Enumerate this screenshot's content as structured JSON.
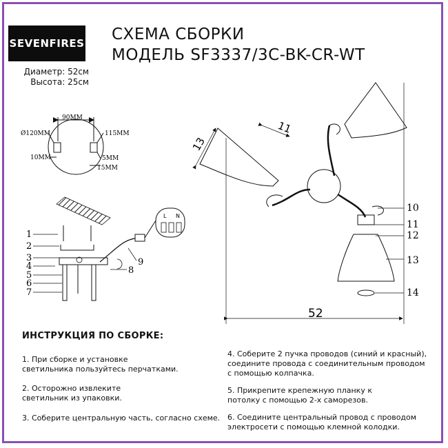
{
  "brand": "SEVENFIRES",
  "title": {
    "line1": "СХЕМА СБОРКИ",
    "line2": "МОДЕЛЬ SF3337/3C-BK-CR-WT"
  },
  "specs": {
    "diameter": "Диаметр: 52см",
    "height": "Высота: 25см"
  },
  "mount_dims": {
    "d120": "Ø120MM",
    "d90": "90MM",
    "d115": "115MM",
    "d10": "10MM",
    "d5": "5MM",
    "d15": "15MM"
  },
  "product_dims": {
    "width": "52",
    "arm_a": "13",
    "arm_b": "11"
  },
  "callouts": {
    "n1": "1",
    "n2": "2",
    "n3": "3",
    "n4": "4",
    "n5": "5",
    "n6": "6",
    "n7": "7",
    "n8": "8",
    "n9": "9",
    "n10": "10",
    "n11": "11",
    "n12": "12",
    "n13": "13",
    "n14": "14"
  },
  "terminal": {
    "l": "L",
    "n": "N"
  },
  "instructions": {
    "heading": "ИНСТРУКЦИЯ ПО СБОРКЕ:",
    "steps": [
      {
        "line1": "1. При сборке и установке",
        "line2": "светильника пользуйтесь перчатками."
      },
      {
        "line1": "2. Осторожно извлеките",
        "line2": "светильник из упаковки."
      },
      {
        "line1": "3. Соберите центральную часть, согласно схеме.",
        "line2": ""
      },
      {
        "line1": "4. Соберите 2 пучка проводов (синий и красный),",
        "line2": "соедините провода с соединительным проводом",
        "line3": "с помощью колпачка."
      },
      {
        "line1": "5. Прикрепите крепежную планку к",
        "line2": "потолку с помощью 2-х саморезов."
      },
      {
        "line1": "6. Соедините центральный провод с проводом",
        "line2": "электросети с помощью клемной колодки."
      }
    ]
  },
  "colors": {
    "frame": "#8a4fb3",
    "logo_bg": "#0d0d0d"
  }
}
